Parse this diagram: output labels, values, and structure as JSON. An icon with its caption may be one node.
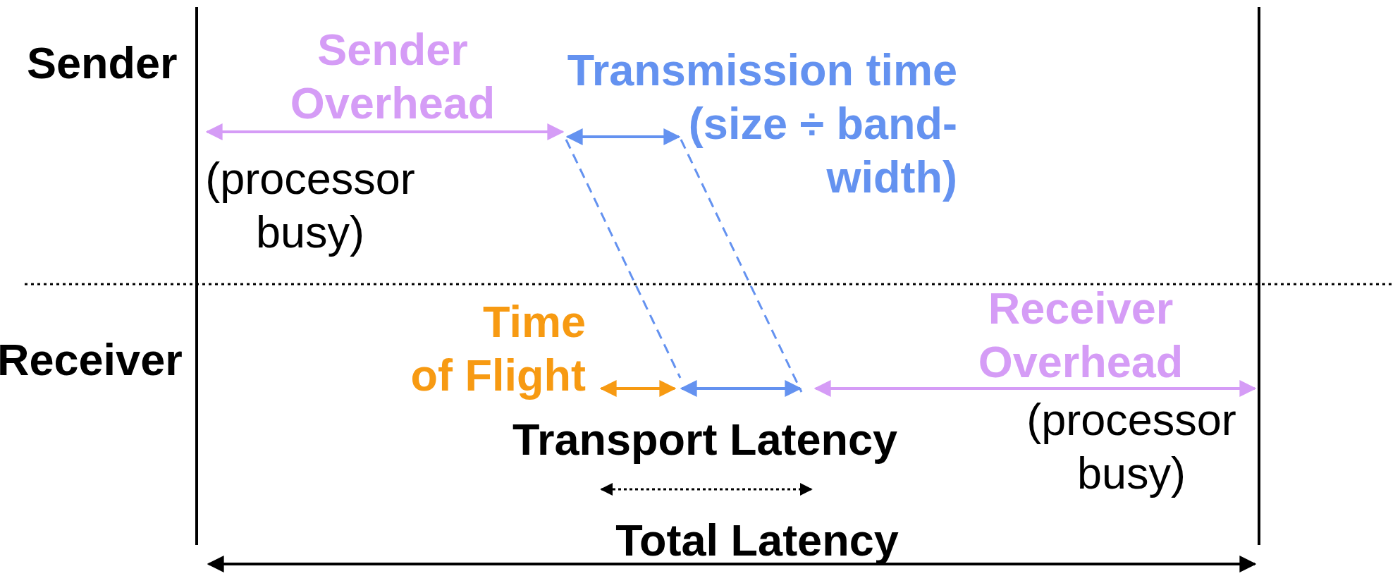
{
  "diagram": {
    "labels": [
      "Sender",
      "Sender Overhead",
      "Transmission time (size ÷ band- width)",
      "(processor busy)",
      "Receiver",
      "Time of Flight",
      "Receiver Overhead",
      "(processor busy)",
      "Transport Latency",
      "Total Latency"
    ]
  }
}
